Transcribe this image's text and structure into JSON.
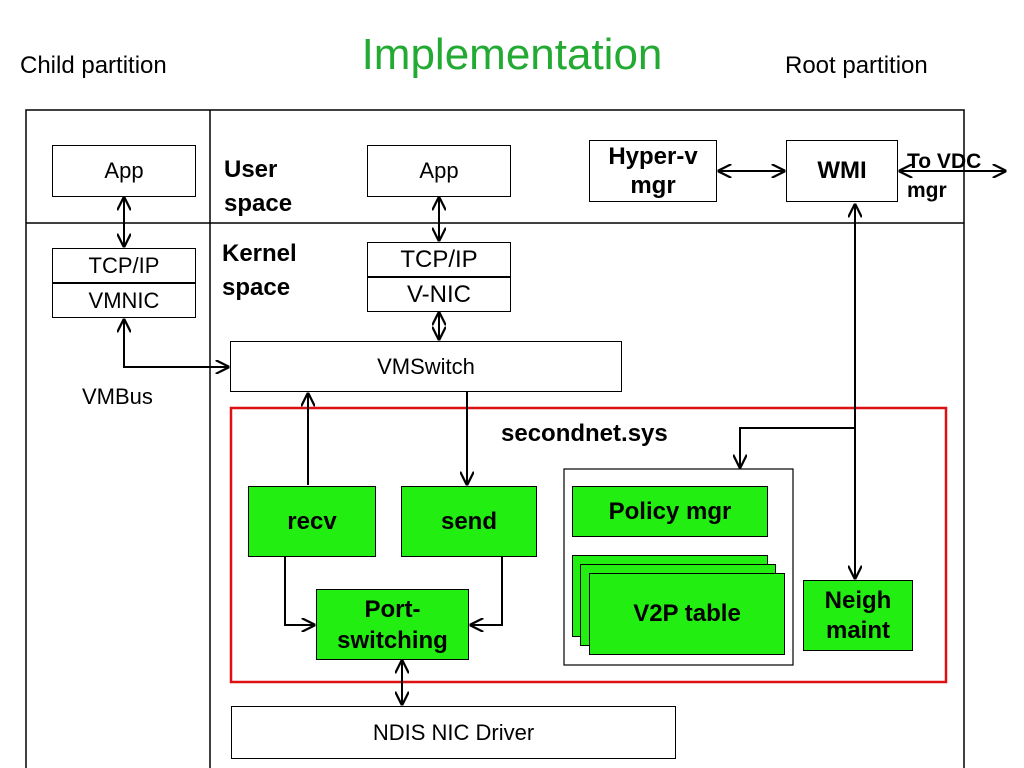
{
  "title": "Implementation",
  "child_partition_label": "Child partition",
  "root_partition_label": "Root partition",
  "child": {
    "app": "App",
    "tcpip": "TCP/IP",
    "vmnic": "VMNIC",
    "vmbus": "VMBus"
  },
  "root": {
    "user_space": [
      "User",
      "space"
    ],
    "kernel_space": [
      "Kernel",
      "space"
    ],
    "app": "App",
    "tcpip": "TCP/IP",
    "vnic": "V-NIC",
    "hyperv_mgr": [
      "Hyper-v",
      "mgr"
    ],
    "wmi": "WMI",
    "to_vdc_mgr": [
      "To VDC",
      "mgr"
    ],
    "vmswitch": "VMSwitch",
    "secondnet": "secondnet.sys",
    "recv": "recv",
    "send": "send",
    "port_switching": [
      "Port-",
      "switching"
    ],
    "policy_mgr": "Policy mgr",
    "v2p_table": "V2P table",
    "neigh_maint": [
      "Neigh",
      "maint"
    ],
    "ndis": "NDIS NIC Driver"
  },
  "colors": {
    "title": "#22aa33",
    "module_fill": "#22ee11",
    "secondnet_border": "#dd1111"
  }
}
